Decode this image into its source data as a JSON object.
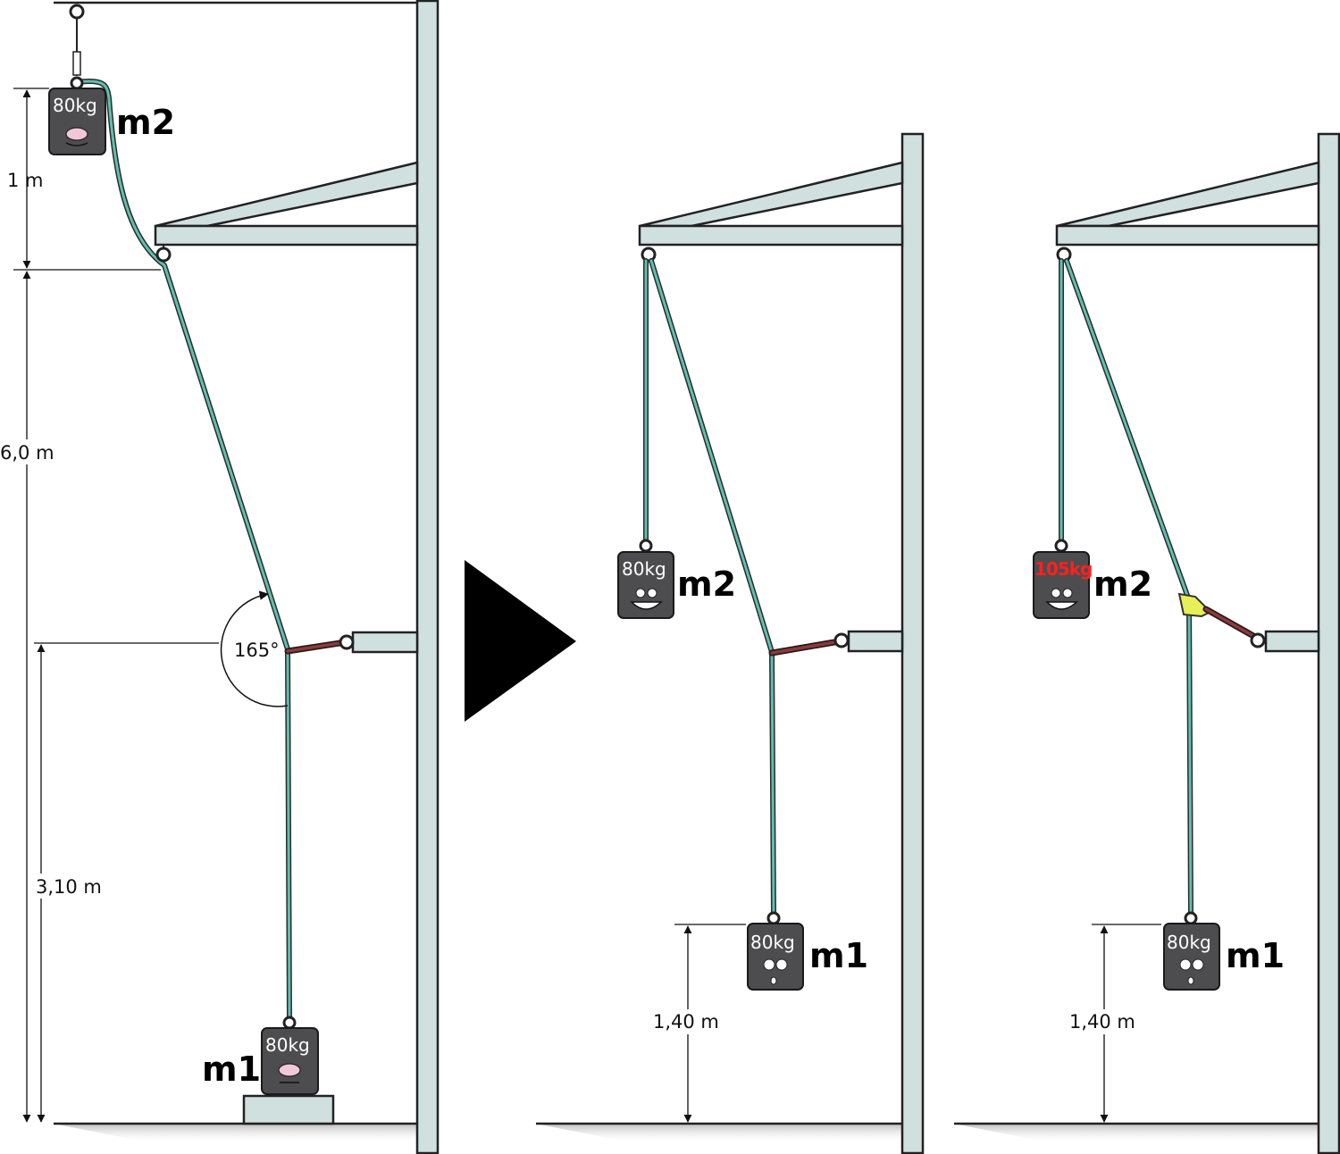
{
  "panel1": {
    "dim_top": "1 m",
    "dim_mid": "6,0 m",
    "dim_bottom": "3,10  m",
    "angle": "165°",
    "m2": {
      "label": "m2",
      "weight": "80kg"
    },
    "m1": {
      "label": "m1",
      "weight": "80kg"
    }
  },
  "panel2": {
    "m2": {
      "label": "m2",
      "weight": "80kg"
    },
    "m1": {
      "label": "m1",
      "weight": "80kg"
    },
    "dim_height": "1,40 m"
  },
  "panel3": {
    "m2": {
      "label": "m2",
      "weight": "105kg",
      "weight_color": "#ff2020"
    },
    "m1": {
      "label": "m1",
      "weight": "80kg"
    },
    "dim_height": "1,40 m"
  },
  "colors": {
    "steel": "#cfe0df",
    "rope": "#5fbfb0",
    "weight_body": "#4d4d4f",
    "sling": "#8b3a3a",
    "carabiner": "#e6ef57"
  }
}
